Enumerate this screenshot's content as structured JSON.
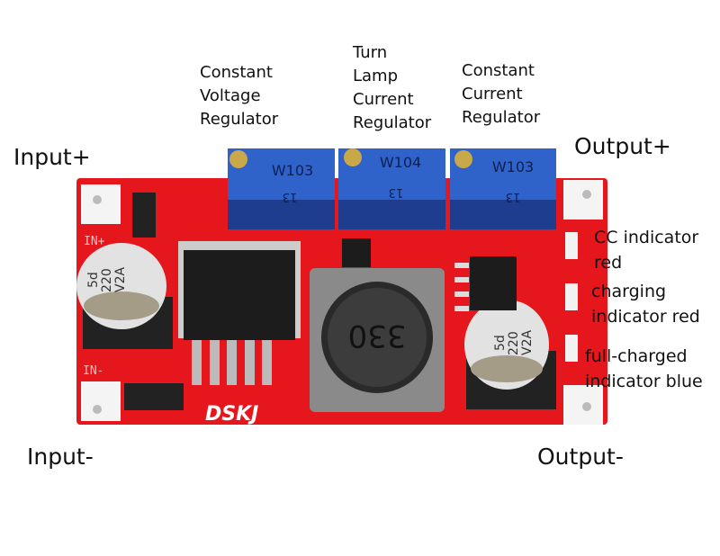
{
  "terminals": {
    "input_plus": "Input+",
    "input_minus": "Input-",
    "output_plus": "Output+",
    "output_minus": "Output-"
  },
  "regulators": [
    {
      "lines": [
        "Constant",
        "Voltage",
        "Regulator"
      ],
      "pot_marking": "W103",
      "pot_code": "13"
    },
    {
      "lines": [
        "Turn",
        "Lamp",
        "Current",
        "Regulator"
      ],
      "pot_marking": "W104",
      "pot_code": "13"
    },
    {
      "lines": [
        "Constant",
        "Current",
        "Regulator"
      ],
      "pot_marking": "W103",
      "pot_code": "13"
    }
  ],
  "indicators": [
    {
      "lines": [
        "CC indicator",
        "red"
      ]
    },
    {
      "lines": [
        "charging",
        "indicator red"
      ]
    },
    {
      "lines": [
        "full-charged",
        "indicator blue"
      ]
    }
  ],
  "board": {
    "silkscreen_in_plus": "IN+",
    "silkscreen_in_minus": "IN-",
    "brand_logo": "DSKJ",
    "capacitor_marking": [
      "5d",
      "220",
      "V2A"
    ],
    "inductor_marking": "330"
  },
  "colors": {
    "pcb": "#e5161c",
    "pot": "#2f63c9",
    "text": "#111111"
  }
}
